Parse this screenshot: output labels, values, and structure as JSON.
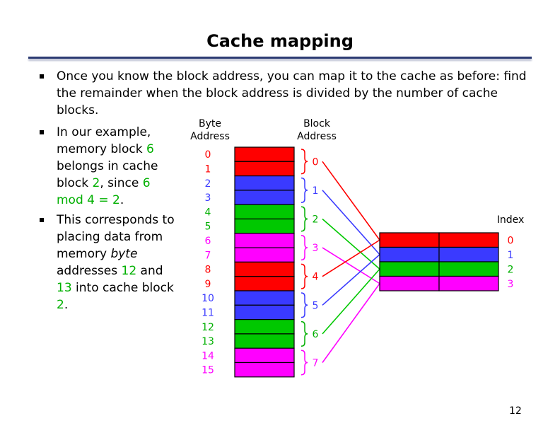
{
  "slide": {
    "title": "Cache mapping",
    "page_number": "12"
  },
  "bullets": {
    "b1": "Once you know the block address, you can map it to the cache as before: find the remainder when the block address is divided by the number of cache blocks.",
    "b2": {
      "p1": "In our example, memory block ",
      "v1": "6",
      "p2": " belongs in cache block ",
      "v2": "2",
      "p3": ", since ",
      "v3": "6 mod 4 = 2",
      "p4": "."
    },
    "b3": {
      "p1": "This corresponds to placing data from memory ",
      "em": "byte",
      "p2": " addresses ",
      "v1": "12",
      "p3": " and ",
      "v2": "13",
      "p4": " into cache block ",
      "v3": "2",
      "p5": "."
    }
  },
  "diagram": {
    "byte_address_label": [
      "Byte",
      "Address"
    ],
    "block_address_label": [
      "Block",
      "Address"
    ],
    "index_label": "Index",
    "byte_addresses": [
      "0",
      "1",
      "2",
      "3",
      "4",
      "5",
      "6",
      "7",
      "8",
      "9",
      "10",
      "11",
      "12",
      "13",
      "14",
      "15"
    ],
    "block_addresses": [
      "0",
      "1",
      "2",
      "3",
      "4",
      "5",
      "6",
      "7"
    ],
    "cache_indices": [
      "0",
      "1",
      "2",
      "3"
    ],
    "colors": [
      "#ff0000",
      "#3a3aff",
      "#00c800",
      "#ff00ff"
    ],
    "label_colors": [
      "#ff0000",
      "#3a3aff",
      "#00b000",
      "#ff00ff"
    ]
  }
}
